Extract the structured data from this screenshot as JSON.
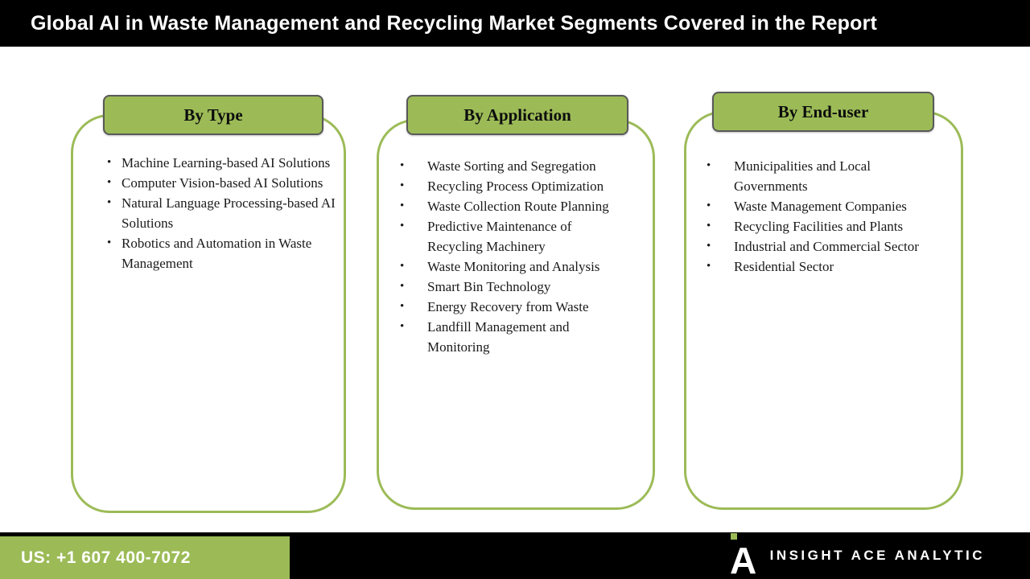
{
  "title": "Global AI in Waste Management and Recycling Market Segments Covered in the Report",
  "colors": {
    "accent_green": "#9cbb57",
    "bar_black": "#000000",
    "tab_border": "#595959",
    "text": "#1a1a1a"
  },
  "columns": [
    {
      "header": "By Type",
      "items": [
        "Machine Learning-based AI Solutions",
        "Computer Vision-based AI Solutions",
        "Natural Language Processing-based AI Solutions",
        "Robotics and Automation in Waste Management"
      ]
    },
    {
      "header": "By Application",
      "items": [
        "Waste Sorting and Segregation",
        "Recycling Process Optimization",
        "Waste Collection Route Planning",
        "Predictive Maintenance of Recycling Machinery",
        "Waste Monitoring and Analysis",
        "Smart Bin Technology",
        "Energy Recovery from Waste",
        "Landfill Management and Monitoring"
      ]
    },
    {
      "header": "By End-user",
      "items": [
        "Municipalities and Local Governments",
        "Waste Management Companies",
        "Recycling Facilities and Plants",
        "Industrial and Commercial Sector",
        "Residential Sector"
      ]
    }
  ],
  "footer": {
    "phone": "US: +1 607 400-7072",
    "brand": "INSIGHT ACE ANALYTIC"
  }
}
